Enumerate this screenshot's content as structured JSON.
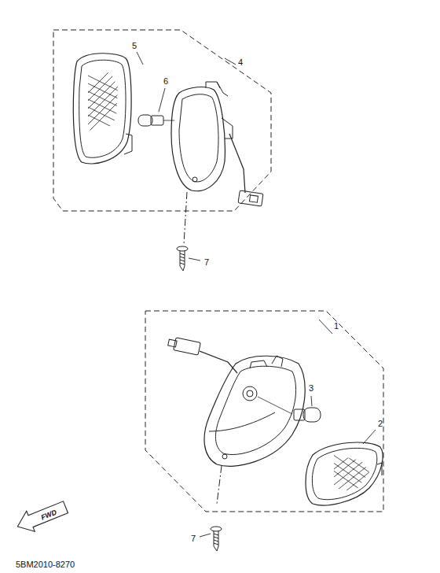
{
  "diagram": {
    "labels": [
      "5",
      "4",
      "6",
      "7",
      "1",
      "3",
      "2",
      "7",
      "FWD",
      "5BM2010-8270"
    ]
  }
}
